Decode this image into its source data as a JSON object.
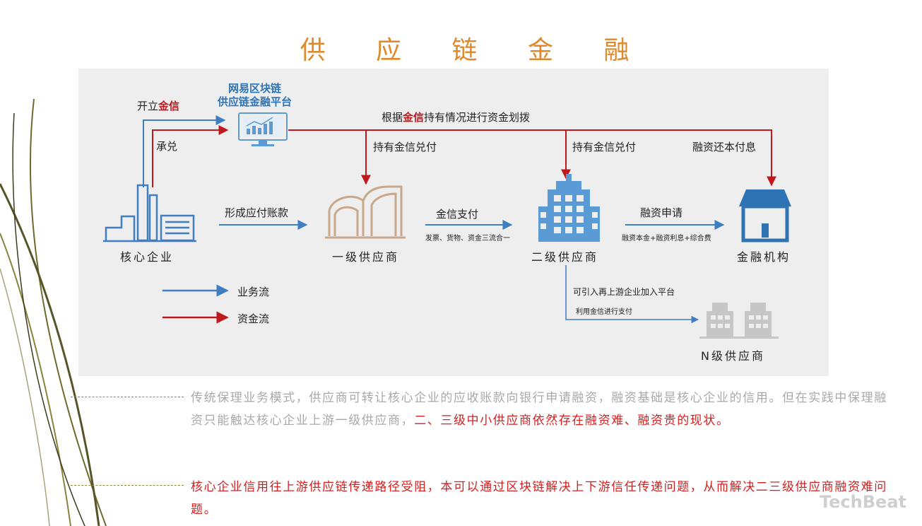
{
  "title": "供 应 链 金 融",
  "diagram": {
    "platform": [
      "网易区块链",
      "供应链金融平台"
    ],
    "open_label_prefix": "开立",
    "open_label_em": "金信",
    "accept_label": "承兑",
    "allocation_label_prefix": "根据",
    "allocation_label_em": "金信",
    "allocation_label_suffix": "持有情况进行资金划拨",
    "hold_redeem_1": "持有金信兑付",
    "hold_redeem_2": "持有金信兑付",
    "repay_label": "融资还本付息",
    "payable_label": "形成应付账款",
    "payment_label": "金信支付",
    "three_flows_label": "发票、货物、资金三流合一",
    "finance_apply_label": "融资申请",
    "finance_cost_label": "融资本金+融资利息+综合费",
    "upstream_join_label": "可引入再上游企业加入平台",
    "upstream_pay_label": "利用金信进行支付",
    "nodes": {
      "core": "核心企业",
      "tier1": "一级供应商",
      "tier2": "二级供应商",
      "bank": "金融机构",
      "tiern": "N级供应商"
    },
    "legend": {
      "business": "业务流",
      "funds": "资金流"
    },
    "colors": {
      "business_flow": "#3f7fc1",
      "funds_flow": "#c0191d",
      "icon_blue": "#5b9bd5",
      "icon_tan": "#c9a88a",
      "icon_gray": "#bdbdbd",
      "bank_blue": "#2e74b5"
    }
  },
  "notes": [
    {
      "gray": "传统保理业务模式，供应商可转让核心企业的应收账款向银行申请融资，融资基础是核心企业的信用。但在实践中保理融资只能触达核心企业上游一级供应商，",
      "red": "二、三级中小供应商依然存在融资难、融资贵的现状。"
    },
    {
      "red": "核心企业信用往上游供应链传递路径受阻，本可以通过区块链解决上下游信任传递问题，从而解决二三级供应商融资难问题。"
    }
  ],
  "watermark": "TechBeat"
}
